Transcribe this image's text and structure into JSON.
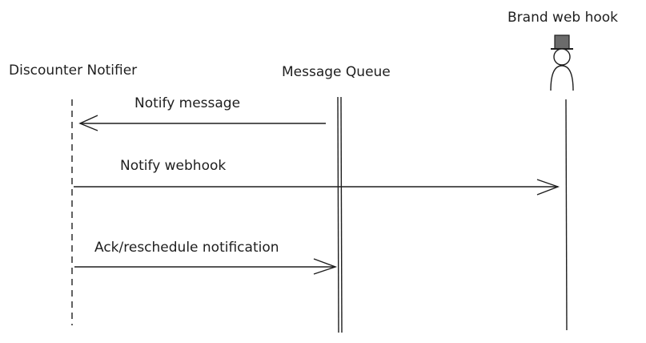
{
  "participants": {
    "discounter_notifier": "Discounter Notifier",
    "message_queue": "Message Queue",
    "brand_web_hook": "Brand web hook"
  },
  "messages": {
    "notify_message": "Notify message",
    "notify_webhook": "Notify webhook",
    "ack_reschedule": "Ack/reschedule notification"
  },
  "colors": {
    "stroke": "#1e1e1e",
    "hat": "#6b6b6b",
    "background": "#ffffff"
  }
}
